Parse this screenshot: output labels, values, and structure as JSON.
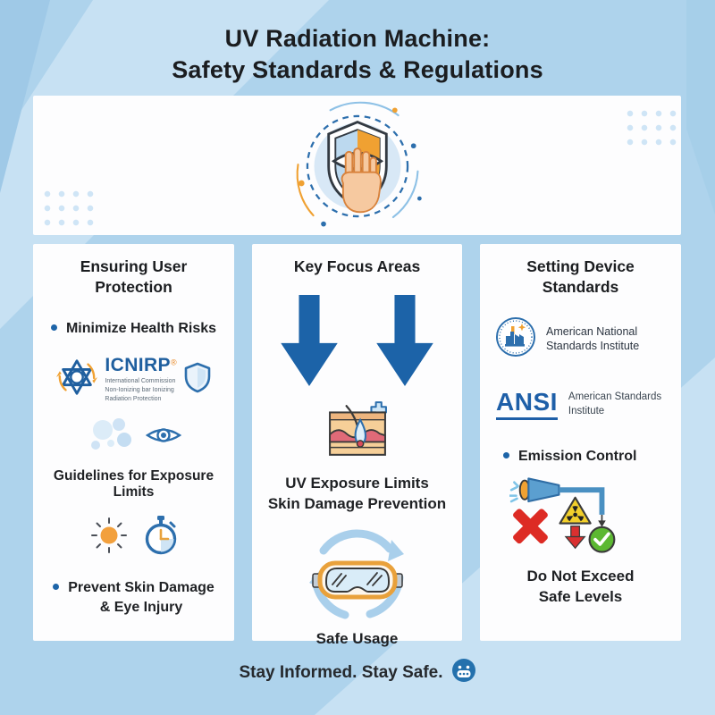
{
  "title": {
    "line1": "UV Radiation Machine:",
    "line2": "Safety Standards & Regulations"
  },
  "footer": {
    "message": "Stay Informed. Stay Safe."
  },
  "columns": {
    "left": {
      "header_line1": "Ensuring User",
      "header_line2": "Protection",
      "bullet_minimize": "Minimize Health Risks",
      "icnirp": {
        "acronym": "ICNIRP",
        "registered_mark": "®",
        "subtitle_line1": "International Commission",
        "subtitle_line2": "Non-Ionizing bar Ionizing",
        "subtitle_line3": "Radiation Protection"
      },
      "caption_guidelines": "Guidelines for Exposure Limits",
      "bullet_prevent_line1": "Prevent Skin Damage",
      "bullet_prevent_line2": "& Eye Injury"
    },
    "middle": {
      "header": "Key Focus Areas",
      "caption_uv_line1": "UV Exposure Limits",
      "caption_uv_line2": "Skin Damage Prevention",
      "caption_safe_usage": "Safe Usage"
    },
    "right": {
      "header_line1": "Setting Device",
      "header_line2": "Standards",
      "ansi_seal_label_line1": "American National",
      "ansi_seal_label_line2": "Standards Institute",
      "ansi_wordmark": "ANSI",
      "ansi_label_line1": "American Standards",
      "ansi_label_line2": "Institute",
      "bullet_emission": "Emission Control",
      "caption_limit_line1": "Do Not Exceed",
      "caption_limit_line2": "Safe Levels"
    }
  },
  "icons": {
    "hero": "shield-eye-hand-protection",
    "left": [
      "icnirp-atom",
      "shield",
      "eye",
      "sun",
      "stopwatch"
    ],
    "middle": [
      "down-arrow",
      "down-arrow",
      "skin-cross-section",
      "safety-goggles-recycle"
    ],
    "right": [
      "ansi-seal",
      "uv-lamp-emission",
      "prohibit-x",
      "radiation-warning",
      "reduce-arrow",
      "check-ok"
    ],
    "footer": "smiley-face"
  },
  "colors": {
    "background": "#aed3ec",
    "panel": "#fdfdfe",
    "primary_blue": "#1d64a8",
    "accent_orange": "#f0a132",
    "alert_red": "#dd2b24",
    "safe_green": "#5cb832",
    "warning_yellow": "#f2cf2b",
    "text": "#1f2124"
  }
}
